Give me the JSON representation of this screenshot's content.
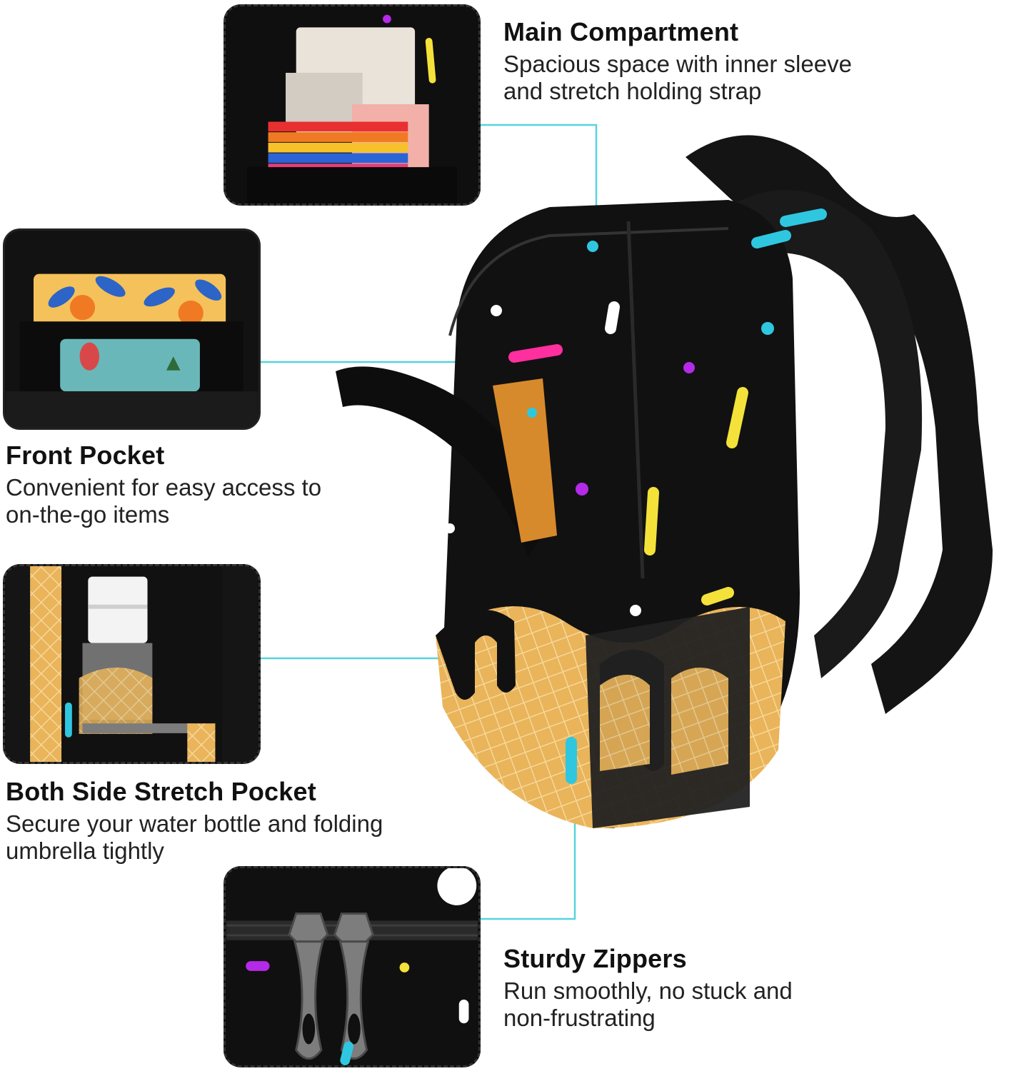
{
  "features": {
    "main_compartment": {
      "title": "Main Compartment",
      "desc_line1": "Spacious space with inner sleeve",
      "desc_line2": "and stretch holding strap"
    },
    "front_pocket": {
      "title": "Front Pocket",
      "desc_line1": "Convenient for easy access to",
      "desc_line2": "on-the-go items"
    },
    "side_pocket": {
      "title": "Both Side Stretch Pocket",
      "desc_line1": "Secure your water bottle and folding",
      "desc_line2": "umbrella tightly"
    },
    "zippers": {
      "title": "Sturdy Zippers",
      "desc_line1": "Run smoothly, no stuck and",
      "desc_line2": "non-frustrating"
    }
  },
  "colors": {
    "callout_line": "#58d3dc",
    "bag_black": "#111111",
    "waffle": "#e9b45a",
    "sprinkle_pink": "#ff2fa0",
    "sprinkle_yellow": "#f4e23a",
    "sprinkle_cyan": "#2fc7e0",
    "sprinkle_purple": "#b52ae8",
    "sprinkle_white": "#ffffff"
  }
}
